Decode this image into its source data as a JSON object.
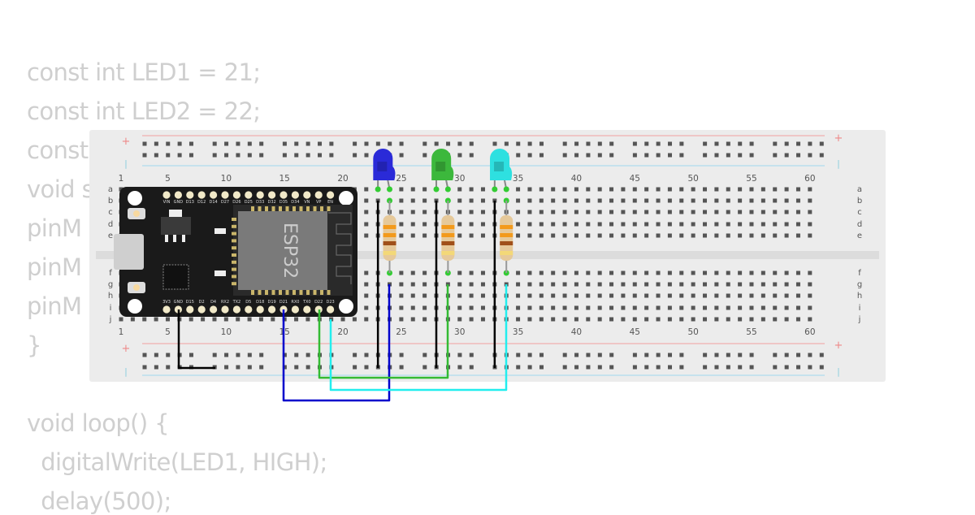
{
  "code_lines": [
    "const int LED1 = 21;",
    "const int LED2 = 22;",
    "const",
    "void s",
    "pinM",
    "pinM",
    "pinM",
    "}",
    "",
    "void loop() {",
    "  digitalWrite(LED1, HIGH);",
    "  delay(500);"
  ],
  "breadboard": {
    "column_labels": [
      "1",
      "5",
      "10",
      "15",
      "20",
      "25",
      "30",
      "35",
      "40",
      "45",
      "50",
      "55",
      "60"
    ],
    "row_labels_top": [
      "a",
      "b",
      "c",
      "d",
      "e"
    ],
    "row_labels_bottom": [
      "f",
      "g",
      "h",
      "i",
      "j"
    ],
    "rail_plus": "+",
    "rail_minus": "|"
  },
  "esp32": {
    "chip_label": "ESP32",
    "top_pins": [
      "VIN",
      "GND",
      "D13",
      "D12",
      "D14",
      "D27",
      "D26",
      "D25",
      "D33",
      "D32",
      "D35",
      "D34",
      "VN",
      "VP",
      "EN"
    ],
    "bottom_pins": [
      "3V3",
      "GND",
      "D15",
      "D2",
      "D4",
      "RX2",
      "TX2",
      "D5",
      "D18",
      "D19",
      "D21",
      "RX0",
      "TX0",
      "D22",
      "D23"
    ]
  },
  "leds": [
    {
      "color": "#2a2ad8",
      "name": "blue"
    },
    {
      "color": "#3cb83c",
      "name": "green"
    },
    {
      "color": "#2ee0e0",
      "name": "cyan"
    }
  ],
  "wire_colors": {
    "gnd": "#000000",
    "led1": "#0000cc",
    "led2": "#33bb33",
    "led3": "#22eeee"
  },
  "colors": {
    "code_text": "#cfcfcf",
    "breadboard": "#ececec",
    "board": "#1a1a1a"
  }
}
